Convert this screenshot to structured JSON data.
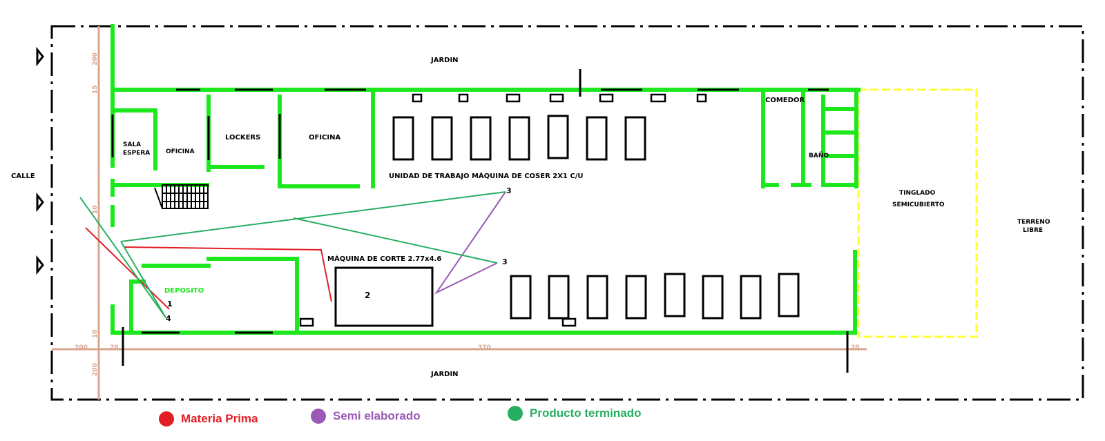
{
  "labels": {
    "jardin_top": "JARDIN",
    "jardin_bottom": "JARDIN",
    "calle": "CALLE",
    "sala_espera_1": "SALA",
    "sala_espera_2": "ESPERA",
    "oficina_1": "OFICINA",
    "lockers": "LOCKERS",
    "oficina_2": "OFICINA",
    "comedor": "COMEDOR",
    "bano": "BAÑO",
    "unidad": "UNIDAD DE TRABAJO MÁQUINA DE COSER 2X1 C/U",
    "tinglado_1": "TINGLADO",
    "tinglado_2": "SEMICUBIERTO",
    "terreno_1": "TERRENO",
    "terreno_2": "LIBRE",
    "deposito": "DEPOSITO",
    "maquina_corte": "MÁQUINA DE CORTE 2.77x4.6"
  },
  "points": {
    "p1": "1",
    "p2": "2",
    "p3a": "3",
    "p3b": "3",
    "p4": "4"
  },
  "dimensions": {
    "d1": "200",
    "d2": "15",
    "d3": "10",
    "d4": "200",
    "d5": "20",
    "d6": "370",
    "d7": "20",
    "d8": "200",
    "d9": "10"
  },
  "legend": {
    "items": [
      {
        "label": "Materia Prima",
        "color": "#e31e24"
      },
      {
        "label": "Semi elaborado",
        "color": "#9b59b6"
      },
      {
        "label": "Producto terminado",
        "color": "#27ae60"
      }
    ]
  },
  "colors": {
    "walls": "#1de81d",
    "tinglado": "#ffff33",
    "boundary": "#000000",
    "axis": "#d9a58e"
  }
}
